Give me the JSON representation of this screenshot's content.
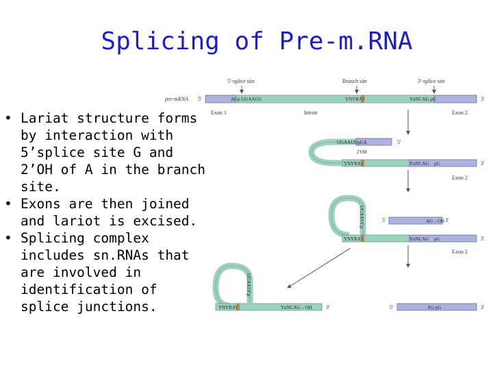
{
  "title": "Splicing of Pre-m.RNA",
  "bullets": [
    "Lariat structure forms by interaction with 5’splice site G and 2’OH of A in the branch site.",
    "Exons are then joined and lariot is excised.",
    "Splicing complex includes sn.RNAs that are involved in identification of splice junctions."
  ],
  "bullet_symbol": "•",
  "diagram": {
    "labels": {
      "five_splice_site": "5'-splice site",
      "branch_site": "Branch site",
      "three_splice_site": "3'-splice site",
      "pre_mrna": "pre-mRNA",
      "five_prime": "5'",
      "three_prime": "3'",
      "exon1": "Exon 1",
      "intron": "Intron",
      "exon2": "Exon 2",
      "seq_5ss": "AGp GUAAGU",
      "seq_branch": "YNYRAY",
      "seq_3ss": "YnNCAG pG",
      "seq_3ss_short": "YnNCAG",
      "seq_pg": "pG",
      "lariat_seq": "UGAAUGpGA",
      "two_oh": "2'OH",
      "lariat_loop_seq": "UGAAUCp",
      "ag_oh": "AG – OH",
      "ag_pg": "AG pG",
      "ncag_oh": "YnNCAG – OH"
    },
    "colors": {
      "exon1": "#aeb3dd",
      "intron": "#9ed1bd",
      "exon2": "#aeb3dd",
      "stroke": "#6a6fa8",
      "intron_stroke": "#5da58a",
      "branch_a": "#d94a1a",
      "arrow": "#555555"
    }
  }
}
